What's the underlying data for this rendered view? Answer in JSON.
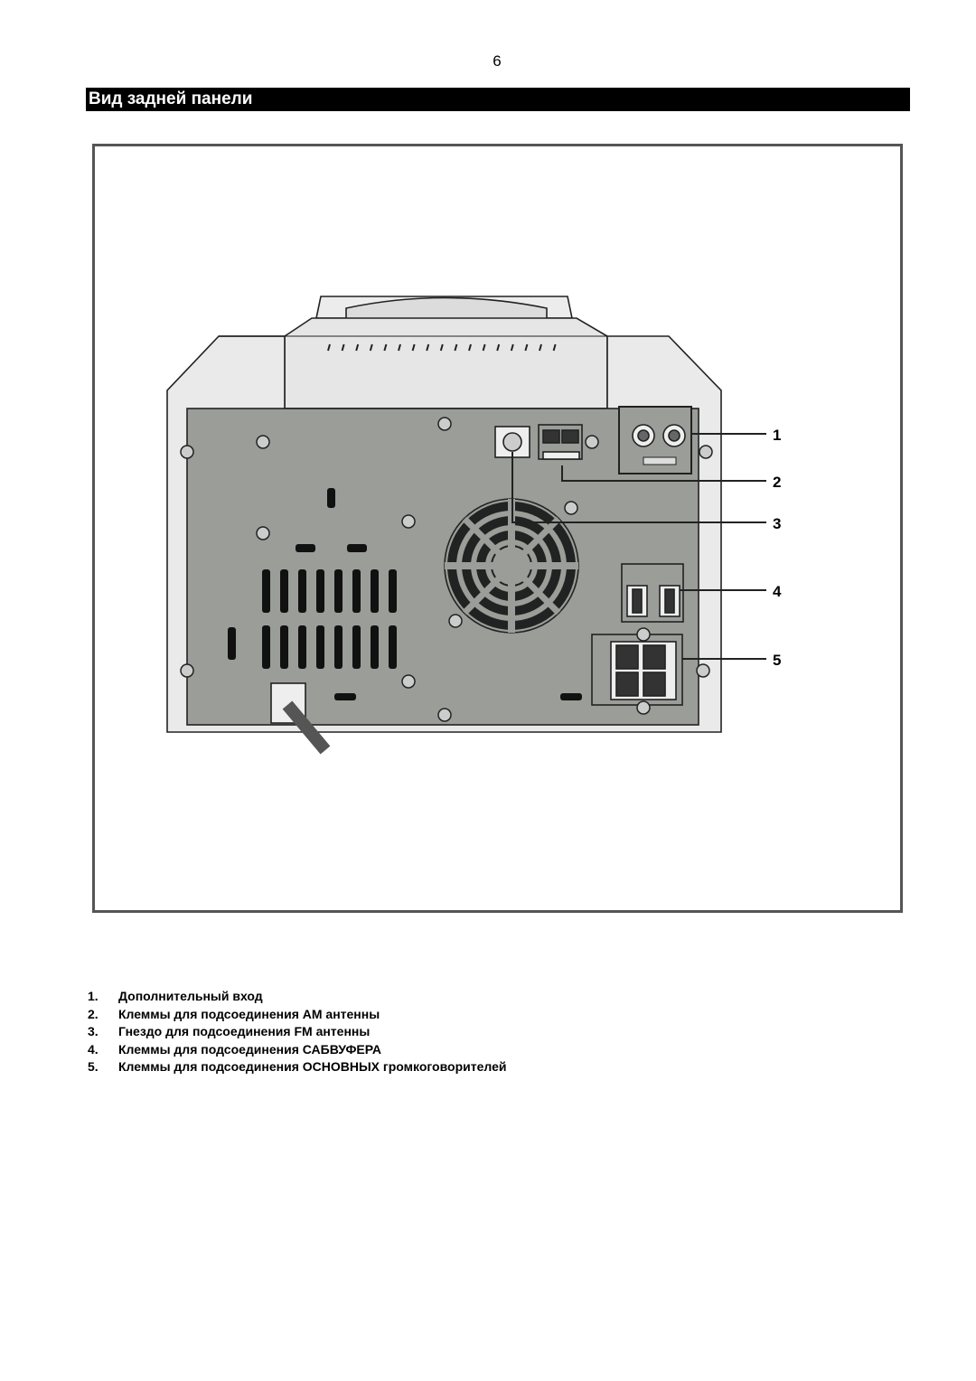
{
  "page_number": "6",
  "section_title": "Вид задней панели",
  "figure": {
    "callouts": [
      "1",
      "2",
      "3",
      "4",
      "5"
    ],
    "device_colors": {
      "panel": "#9a9d98",
      "housing": "#eaeaea",
      "outline": "#222222"
    }
  },
  "legend": [
    {
      "num": "1.",
      "text": "Дополнительный вход"
    },
    {
      "num": "2.",
      "text": "Клеммы для подсоединения AM антенны"
    },
    {
      "num": "3.",
      "text": "Гнездо для подсоединения FM антенны"
    },
    {
      "num": "4.",
      "text": "Клеммы для подсоединения САБВУФЕРА"
    },
    {
      "num": "5.",
      "text": "Клеммы для подсоединения ОСНОВНЫХ громкоговорителей"
    }
  ]
}
